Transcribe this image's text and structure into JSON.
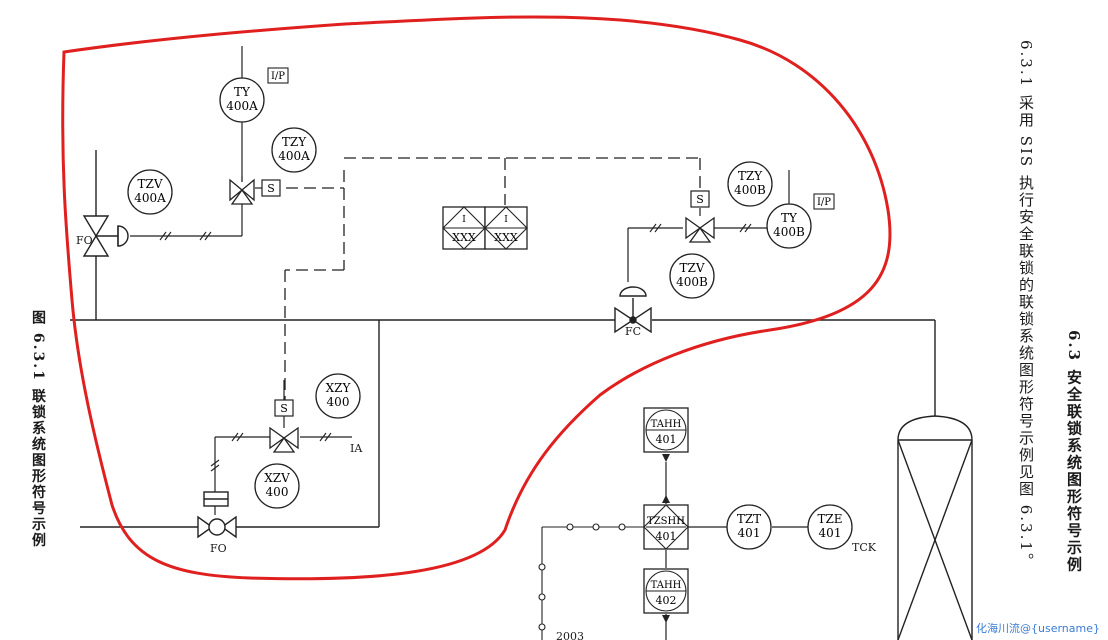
{
  "figure_caption": "图 6.3.1  联锁系统图形符号示例",
  "section_title": "6.3  安全联锁系统图形符号示例",
  "clause_text": "6.3.1  采用 SIS 执行安全联锁的联锁系统图形符号示例见图 6.3.1。",
  "watermark": "化海川流@{username}",
  "instruments": [
    {
      "id": "ty400a",
      "l1": "TY",
      "l2": "400A"
    },
    {
      "id": "tzy400a",
      "l1": "TZY",
      "l2": "400A"
    },
    {
      "id": "tzv400a",
      "l1": "TZV",
      "l2": "400A"
    },
    {
      "id": "tzy400b",
      "l1": "TZY",
      "l2": "400B"
    },
    {
      "id": "ty400b",
      "l1": "TY",
      "l2": "400B"
    },
    {
      "id": "tzv400b",
      "l1": "TZV",
      "l2": "400B"
    },
    {
      "id": "xzy400",
      "l1": "XZY",
      "l2": "400"
    },
    {
      "id": "xzv400",
      "l1": "XZV",
      "l2": "400"
    },
    {
      "id": "tzt401",
      "l1": "TZT",
      "l2": "401"
    },
    {
      "id": "tze401",
      "l1": "TZE",
      "l2": "401"
    }
  ],
  "alarms": [
    {
      "id": "tahh401",
      "l1": "TAHH",
      "l2": "401"
    },
    {
      "id": "tzshh401",
      "l1": "TZSHH",
      "l2": "401"
    },
    {
      "id": "tahh402",
      "l1": "TAHH",
      "l2": "402"
    }
  ],
  "logic_blocks": [
    {
      "id": "xxx1",
      "top": "I",
      "label": "XXX"
    },
    {
      "id": "xxx2",
      "top": "I",
      "label": "XXX"
    }
  ],
  "labels": {
    "ip_a": "I/P",
    "ip_b": "I/P",
    "fo_a": "FO",
    "fc_b": "FC",
    "fo_c": "FO",
    "ia": "IA",
    "tck": "TCK",
    "s_a": "S",
    "s_b": "S",
    "s_c": "S",
    "ref": "2003"
  }
}
